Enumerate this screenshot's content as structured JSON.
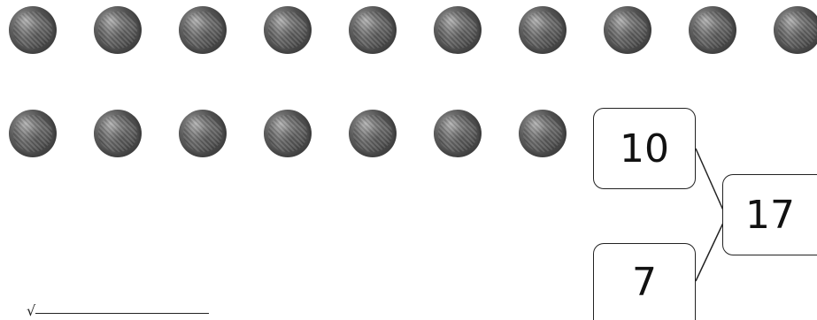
{
  "balls": {
    "row_1_count": 10,
    "row_2_count": 7
  },
  "number_bond": {
    "part_a": "10",
    "part_b": "7",
    "total": "17"
  },
  "colors": {
    "ball": "#5a5a5a",
    "box_border": "#222222",
    "text": "#111111"
  }
}
